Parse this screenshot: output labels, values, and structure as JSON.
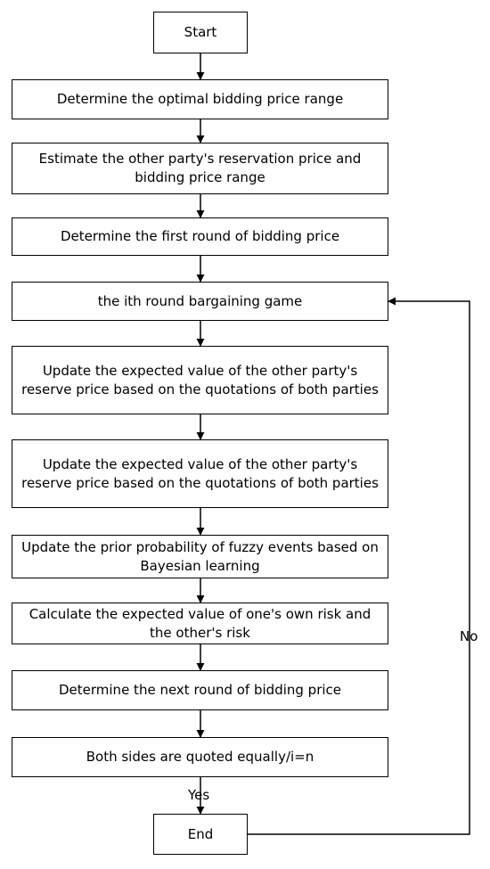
{
  "flowchart": {
    "nodes": [
      {
        "id": "start",
        "text": "Start"
      },
      {
        "id": "optimal_range",
        "text": "Determine the optimal bidding price range"
      },
      {
        "id": "estimate_reservation",
        "text": "Estimate the other party's reservation price and bidding price range"
      },
      {
        "id": "first_round",
        "text": "Determine the first round of  bidding price"
      },
      {
        "id": "ith_round",
        "text": "the ith round bargaining game"
      },
      {
        "id": "update_expected_1",
        "text": "Update the expected value of the other party's reserve price based on the quotations of both parties"
      },
      {
        "id": "update_expected_2",
        "text": "Update the expected value of the other party's reserve price based on the quotations of both parties"
      },
      {
        "id": "update_prior",
        "text": "Update the prior probability of fuzzy events based on Bayesian learning"
      },
      {
        "id": "calc_risk",
        "text": "Calculate the expected value of one's own risk and the other's risk"
      },
      {
        "id": "next_round",
        "text": "Determine the next round of bidding price"
      },
      {
        "id": "decision",
        "text": "Both sides are quoted equally/i=n"
      },
      {
        "id": "end",
        "text": "End"
      }
    ],
    "edges": [
      {
        "from": "start",
        "to": "optimal_range",
        "label": ""
      },
      {
        "from": "optimal_range",
        "to": "estimate_reservation",
        "label": ""
      },
      {
        "from": "estimate_reservation",
        "to": "first_round",
        "label": ""
      },
      {
        "from": "first_round",
        "to": "ith_round",
        "label": ""
      },
      {
        "from": "ith_round",
        "to": "update_expected_1",
        "label": ""
      },
      {
        "from": "update_expected_1",
        "to": "update_expected_2",
        "label": ""
      },
      {
        "from": "update_expected_2",
        "to": "update_prior",
        "label": ""
      },
      {
        "from": "update_prior",
        "to": "calc_risk",
        "label": ""
      },
      {
        "from": "calc_risk",
        "to": "next_round",
        "label": ""
      },
      {
        "from": "next_round",
        "to": "decision",
        "label": ""
      },
      {
        "from": "decision",
        "to": "end",
        "label": "Yes"
      },
      {
        "from": "end",
        "to": "ith_round",
        "label": "No"
      }
    ]
  }
}
